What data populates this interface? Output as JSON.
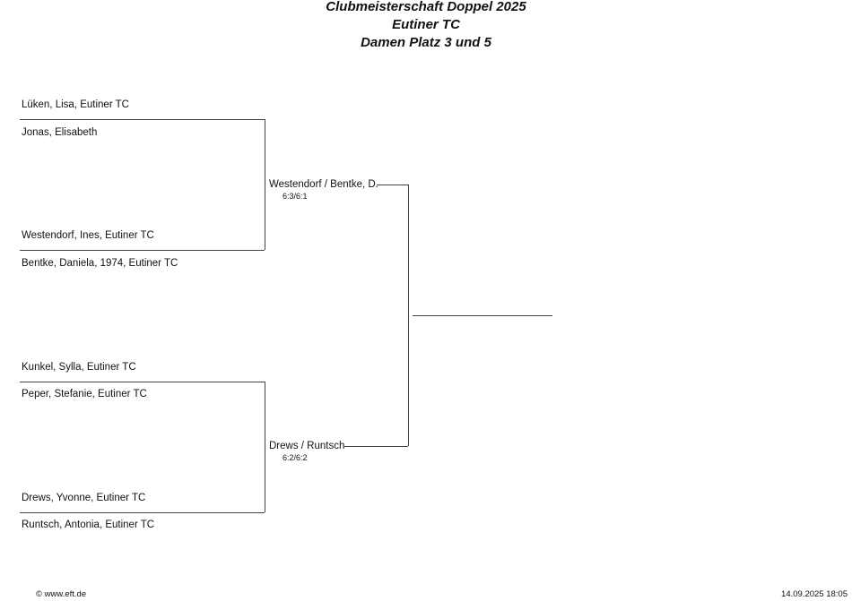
{
  "header": {
    "title": "Clubmeisterschaft Doppel 2025",
    "club": "Eutiner TC",
    "category": "Damen Platz 3 und 5"
  },
  "bracket": {
    "round1": [
      {
        "player1": "Lüken, Lisa, Eutiner TC",
        "player2": "Jonas, Elisabeth"
      },
      {
        "player1": "Westendorf, Ines, Eutiner TC",
        "player2": "Bentke, Daniela, 1974, Eutiner TC"
      },
      {
        "player1": "Kunkel, Sylla, Eutiner TC",
        "player2": "Peper, Stefanie, Eutiner TC"
      },
      {
        "player1": "Drews, Yvonne, Eutiner TC",
        "player2": "Runtsch, Antonia, Eutiner TC"
      }
    ],
    "round2": [
      {
        "winner": "Westendorf / Bentke, D.",
        "score": "6:3/6:1"
      },
      {
        "winner": "Drews / Runtsch",
        "score": "6:2/6:2"
      }
    ],
    "final": {
      "winner": ""
    }
  },
  "footer": {
    "copyright": "© www.eft.de",
    "timestamp": "14.09.2025 18:05"
  }
}
